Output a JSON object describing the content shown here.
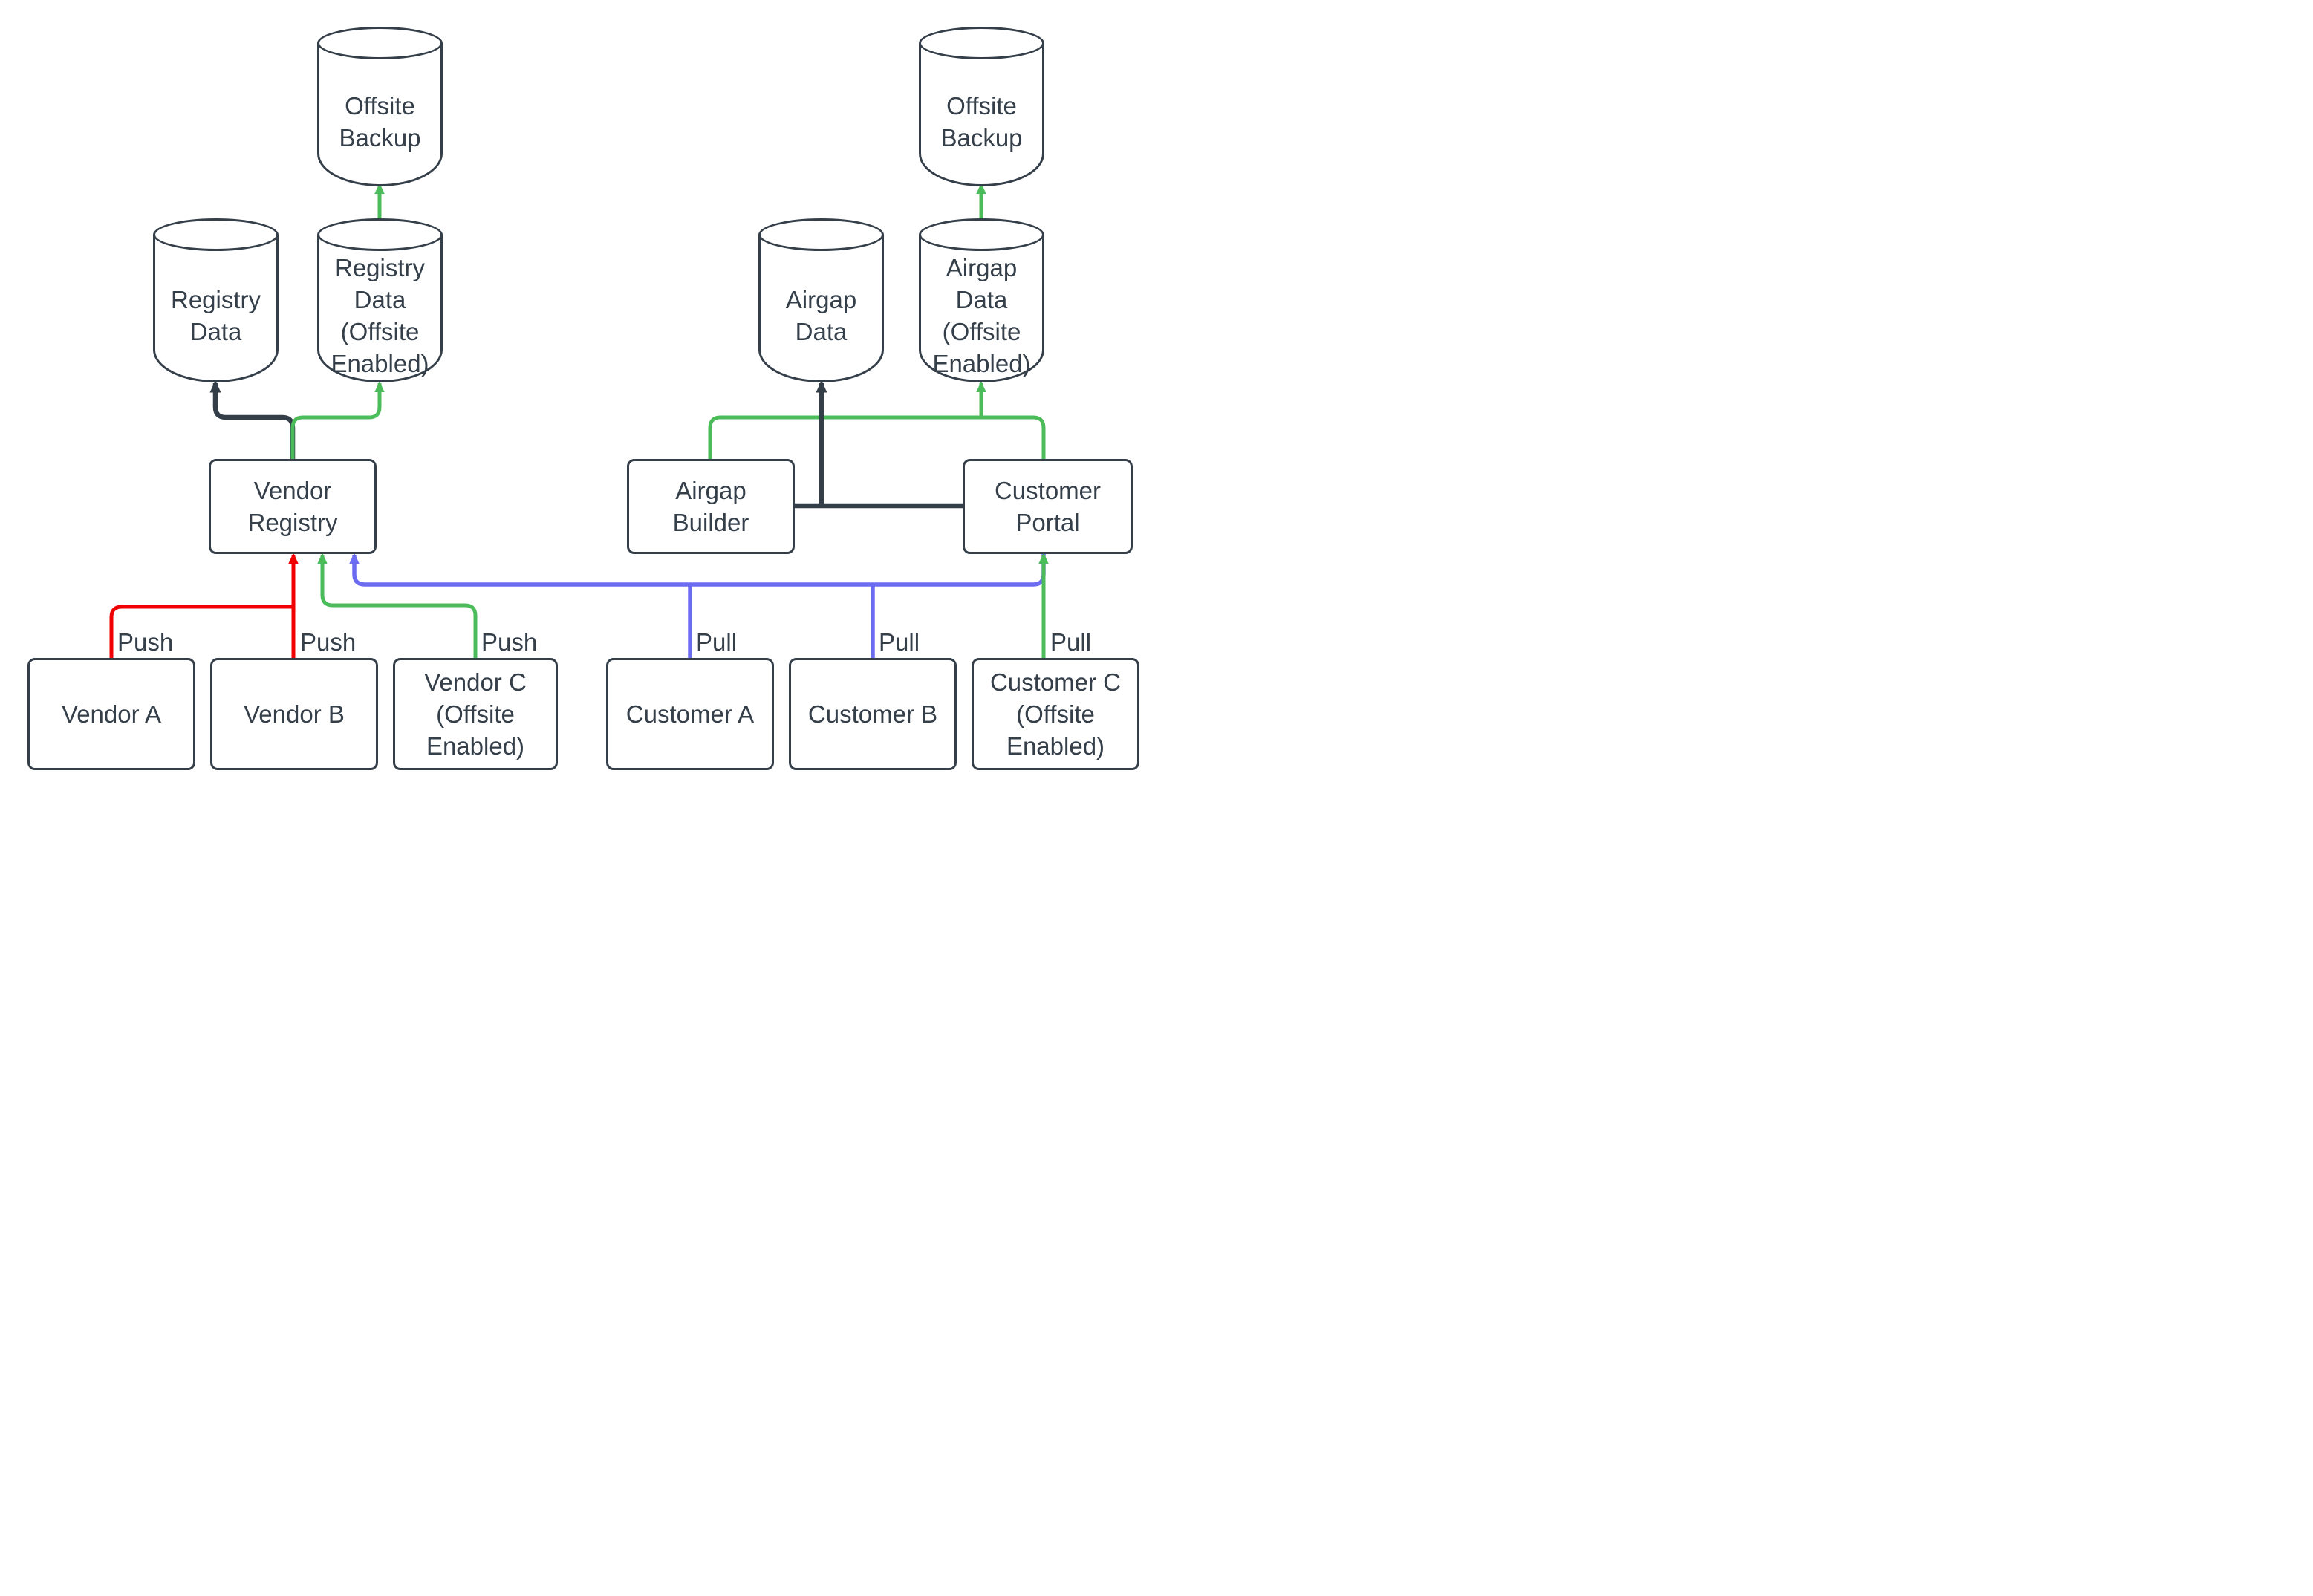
{
  "diagram": {
    "title": "",
    "nodes": {
      "offsite_backup_left": {
        "label": "Offsite Backup",
        "shape": "cylinder",
        "lines": [
          "Offsite",
          "Backup"
        ]
      },
      "offsite_backup_right": {
        "label": "Offsite Backup",
        "shape": "cylinder",
        "lines": [
          "Offsite",
          "Backup"
        ]
      },
      "registry_data": {
        "label": "Registry Data",
        "shape": "cylinder",
        "lines": [
          "Registry",
          "Data"
        ]
      },
      "registry_data_offsite": {
        "label": "Registry Data (Offsite Enabled)",
        "shape": "cylinder",
        "lines": [
          "Registry",
          "Data",
          "(Offsite",
          "Enabled)"
        ]
      },
      "airgap_data": {
        "label": "Airgap Data",
        "shape": "cylinder",
        "lines": [
          "Airgap",
          "Data"
        ]
      },
      "airgap_data_offsite": {
        "label": "Airgap Data (Offsite Enabled)",
        "shape": "cylinder",
        "lines": [
          "Airgap",
          "Data",
          "(Offsite",
          "Enabled)"
        ]
      },
      "vendor_registry": {
        "label": "Vendor Registry",
        "shape": "rect",
        "lines": [
          "Vendor",
          "Registry"
        ]
      },
      "airgap_builder": {
        "label": "Airgap Builder",
        "shape": "rect",
        "lines": [
          "Airgap",
          "Builder"
        ]
      },
      "customer_portal": {
        "label": "Customer Portal",
        "shape": "rect",
        "lines": [
          "Customer",
          "Portal"
        ]
      },
      "vendor_a": {
        "label": "Vendor A",
        "shape": "rect",
        "lines": [
          "Vendor A"
        ]
      },
      "vendor_b": {
        "label": "Vendor B",
        "shape": "rect",
        "lines": [
          "Vendor B"
        ]
      },
      "vendor_c": {
        "label": "Vendor C (Offsite Enabled)",
        "shape": "rect",
        "lines": [
          "Vendor C",
          "(Offsite",
          "Enabled)"
        ]
      },
      "customer_a": {
        "label": "Customer A",
        "shape": "rect",
        "lines": [
          "Customer A"
        ]
      },
      "customer_b": {
        "label": "Customer B",
        "shape": "rect",
        "lines": [
          "Customer B"
        ]
      },
      "customer_c": {
        "label": "Customer C (Offsite Enabled)",
        "shape": "rect",
        "lines": [
          "Customer C",
          "(Offsite",
          "Enabled)"
        ]
      }
    },
    "edge_labels": {
      "push_vendor_a": "Push",
      "push_vendor_b": "Push",
      "push_vendor_c": "Push",
      "pull_customer_a": "Pull",
      "pull_customer_b": "Pull",
      "pull_customer_c": "Pull"
    },
    "edges": [
      {
        "from": "vendor_a",
        "to": "vendor_registry",
        "label": "Push",
        "color": "red"
      },
      {
        "from": "vendor_b",
        "to": "vendor_registry",
        "label": "Push",
        "color": "red"
      },
      {
        "from": "vendor_c",
        "to": "vendor_registry",
        "label": "Push",
        "color": "green"
      },
      {
        "from": "customer_a",
        "to": "vendor_registry",
        "label": "Pull",
        "color": "blue"
      },
      {
        "from": "customer_b",
        "to": "vendor_registry",
        "label": "Pull",
        "color": "blue"
      },
      {
        "from": "customer_portal",
        "to": "vendor_registry",
        "label": "",
        "color": "blue"
      },
      {
        "from": "customer_c",
        "to": "customer_portal",
        "label": "Pull",
        "color": "green"
      },
      {
        "from": "vendor_registry",
        "to": "registry_data",
        "label": "",
        "color": "dark"
      },
      {
        "from": "vendor_registry",
        "to": "registry_data_offsite",
        "label": "",
        "color": "green"
      },
      {
        "from": "registry_data_offsite",
        "to": "offsite_backup_left",
        "label": "",
        "color": "green"
      },
      {
        "from": "airgap_builder",
        "to": "customer_portal",
        "label": "",
        "color": "dark"
      },
      {
        "from": "airgap_builder_customer_portal_link",
        "to": "airgap_data",
        "label": "",
        "color": "dark"
      },
      {
        "from": "airgap_builder",
        "to": "airgap_data_offsite",
        "label": "",
        "color": "green"
      },
      {
        "from": "customer_portal",
        "to": "airgap_data_offsite",
        "label": "",
        "color": "green"
      },
      {
        "from": "airgap_data_offsite",
        "to": "offsite_backup_right",
        "label": "",
        "color": "green"
      }
    ],
    "colors": {
      "stroke": "#353f4a",
      "text": "#353f4a",
      "red": "#f00000",
      "green": "#4cbb5a",
      "blue": "#6c6cf2",
      "dark": "#333e49",
      "bg": "#ffffff"
    }
  }
}
